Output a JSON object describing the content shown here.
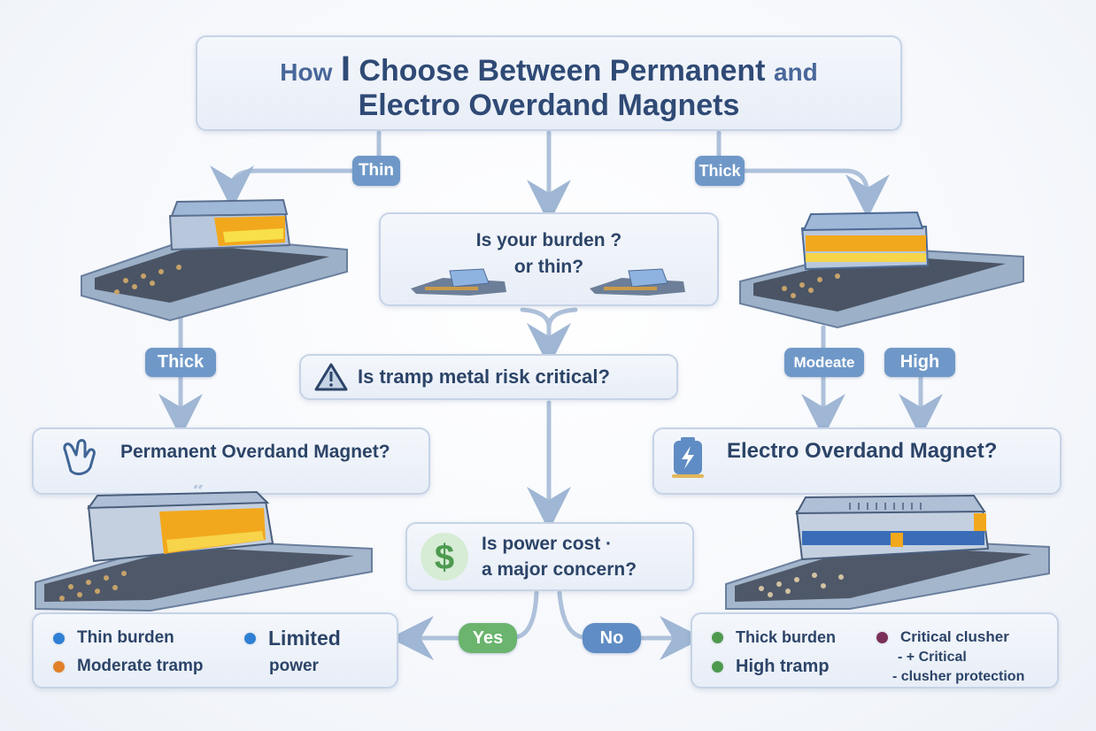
{
  "title": {
    "line1_prefix": "How",
    "line1_numeral": "I",
    "line1_main": "Choose Between Permanent",
    "line1_suffix": "and",
    "line2": "Electro Overdand Magnets"
  },
  "questions": {
    "burden": {
      "line1": "Is your burden ?",
      "line2": "or thin?"
    },
    "tramp": {
      "text": "Is tramp metal risk critical?",
      "icon": "warning-triangle-icon"
    },
    "power": {
      "line1": "Is power cost ·",
      "line2": "a major concern?",
      "icon": "dollar-icon"
    }
  },
  "branches": {
    "thin": "Thin",
    "thick_top": "Thick",
    "thick_left": "Thick",
    "moderate": "Modeate",
    "high": "High",
    "yes": "Yes",
    "no": "No"
  },
  "outcomes": {
    "permanent": {
      "label": "Permanent Overdand Magnet?",
      "icon": "hand-pointer-icon"
    },
    "electro": {
      "label": "Electro Overdand Magnet?",
      "icon": "lightning-battery-icon"
    }
  },
  "results": {
    "left": {
      "items": [
        {
          "text": "Thin burden",
          "color": "#2f7fd4"
        },
        {
          "text": "Moderate tramp",
          "color": "#e0812a"
        },
        {
          "text": "Limited",
          "color": "#2f7fd4"
        },
        {
          "text": "power"
        }
      ]
    },
    "right": {
      "items": [
        {
          "text": "Thick burden",
          "color": "#4d9a4f"
        },
        {
          "text": "High tramp",
          "color": "#4d9a4f"
        },
        {
          "text": "Critical clusher",
          "color": "#7a2f5a"
        },
        {
          "text": "- + Critical"
        },
        {
          "text": "- clusher protection"
        }
      ]
    }
  },
  "colors": {
    "title_text": "#2f4a75",
    "pill_blue": "#6f98c8",
    "yes_green": "#6bb46e",
    "no_blue": "#5f8cc4",
    "connector": "#a9bdd8",
    "magnet_glow": "#f2a81c"
  }
}
